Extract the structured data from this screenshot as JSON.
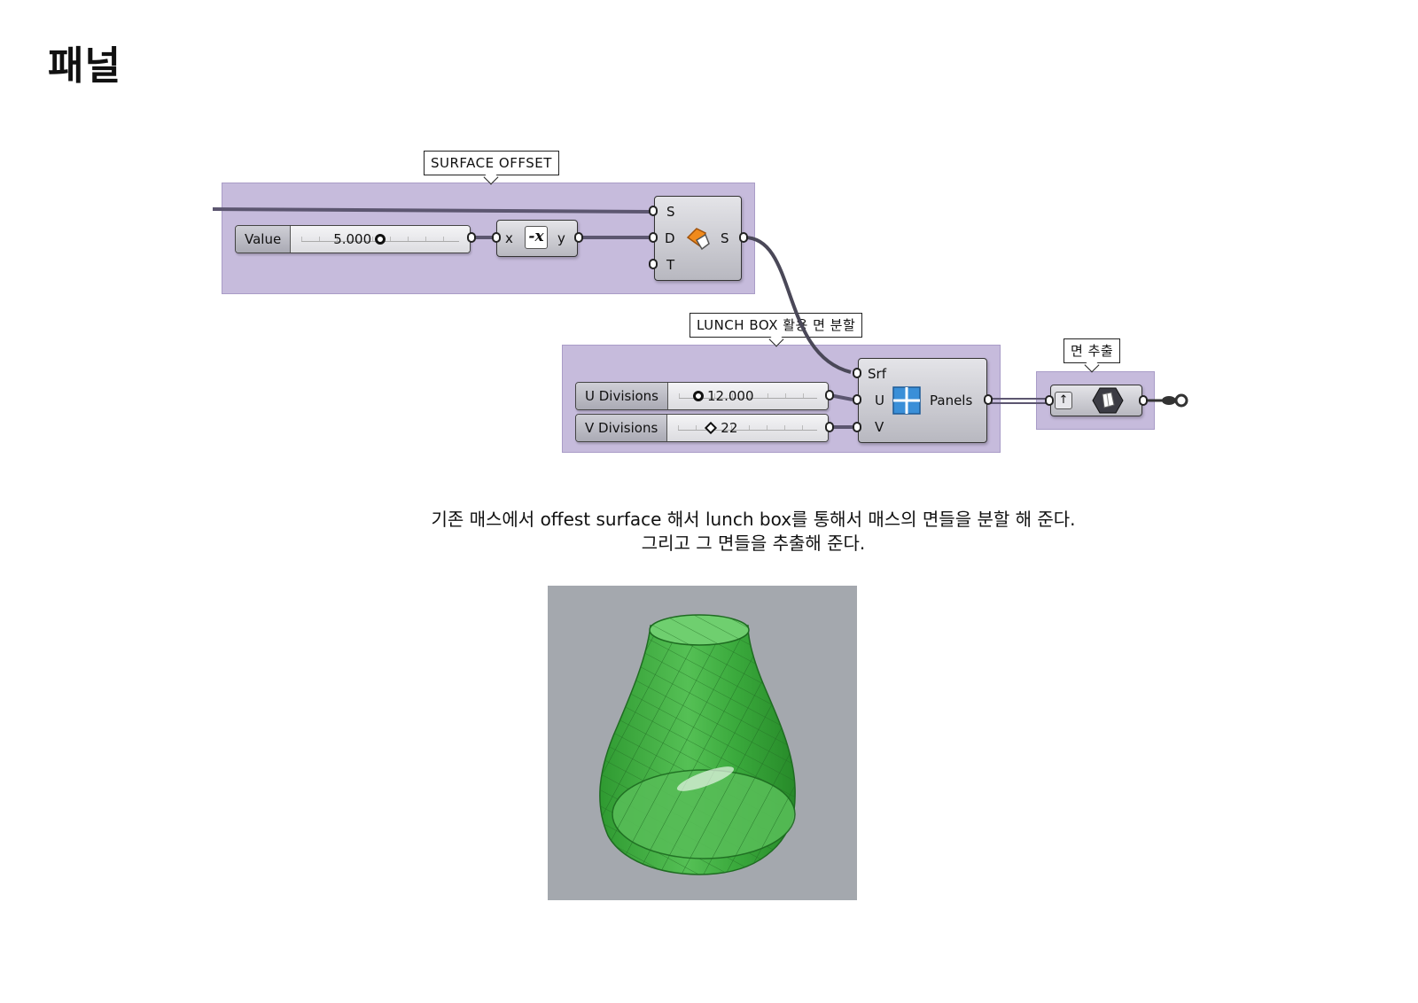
{
  "page": {
    "title": "패널"
  },
  "groups": {
    "surface_offset": {
      "label": "SURFACE OFFSET",
      "color": "#c6bbdc",
      "slider": {
        "name": "Value",
        "value": "5.000"
      },
      "negative": {
        "input": "x",
        "output": "y",
        "icon": "negative-icon"
      },
      "offset": {
        "inputs": [
          "S",
          "D",
          "T"
        ],
        "output": "S",
        "icon": "offset-surface-icon"
      }
    },
    "lunch_box": {
      "label": "LUNCH BOX 활용 면 분할",
      "color": "#c6bbdc",
      "u_slider": {
        "name": "U Divisions",
        "value": "12.000"
      },
      "v_slider": {
        "name": "V Divisions",
        "value": "22"
      },
      "panels": {
        "inputs": [
          "Srf",
          "U",
          "V"
        ],
        "output": "Panels",
        "icon": "quad-panels-icon"
      }
    },
    "extract_faces": {
      "label": "면 추출",
      "color": "#c6bbdc",
      "component": {
        "icon": "brep-faces-icon"
      }
    }
  },
  "description": {
    "line1": "기존 매스에서 offest surface 해서 lunch box를 통해서 매스의 면들을 분할 해 준다.",
    "line2": "그리고 그 면들을 추출해 준다."
  },
  "render": {
    "background": "#a4a8ae",
    "mesh_color": "#3ea83e",
    "subject": "green-paneled-vase"
  }
}
